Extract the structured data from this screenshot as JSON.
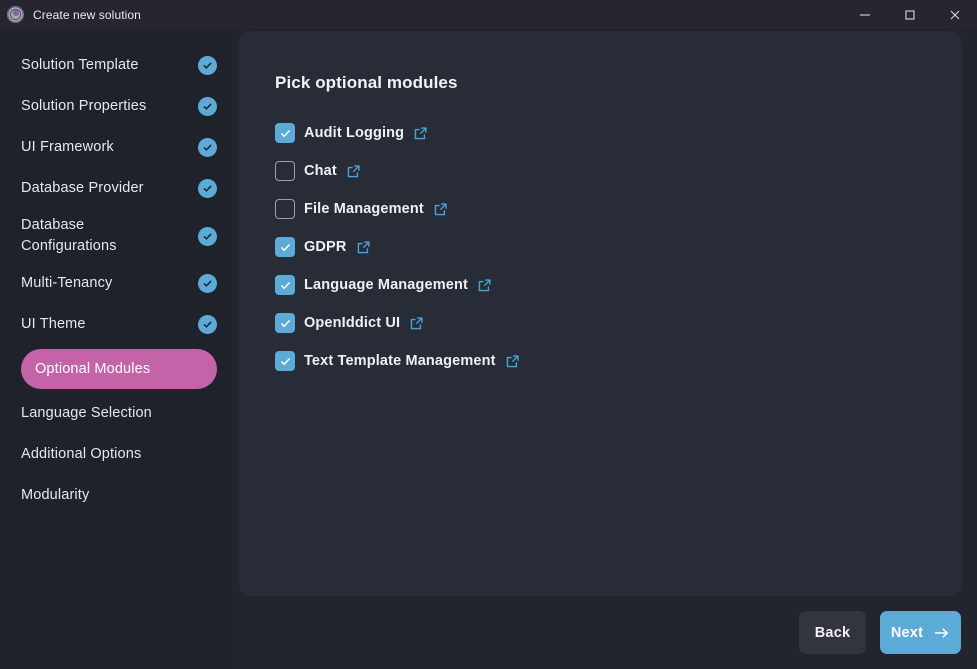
{
  "window": {
    "title": "Create new solution",
    "app_icon": "abp-logo-icon",
    "controls": {
      "minimize": "minimize-icon",
      "maximize": "maximize-icon",
      "close": "close-icon"
    }
  },
  "sidebar": {
    "items": [
      {
        "label": "Solution Template",
        "completed": true,
        "active": false
      },
      {
        "label": "Solution Properties",
        "completed": true,
        "active": false
      },
      {
        "label": "UI Framework",
        "completed": true,
        "active": false
      },
      {
        "label": "Database Provider",
        "completed": true,
        "active": false
      },
      {
        "label": "Database Configurations",
        "completed": true,
        "active": false
      },
      {
        "label": "Multi-Tenancy",
        "completed": true,
        "active": false
      },
      {
        "label": "UI Theme",
        "completed": true,
        "active": false
      },
      {
        "label": "Optional Modules",
        "completed": false,
        "active": true
      },
      {
        "label": "Language Selection",
        "completed": false,
        "active": false
      },
      {
        "label": "Additional Options",
        "completed": false,
        "active": false
      },
      {
        "label": "Modularity",
        "completed": false,
        "active": false
      }
    ]
  },
  "main": {
    "heading": "Pick optional modules",
    "modules": [
      {
        "label": "Audit Logging",
        "checked": true
      },
      {
        "label": "Chat",
        "checked": false
      },
      {
        "label": "File Management",
        "checked": false
      },
      {
        "label": "GDPR",
        "checked": true
      },
      {
        "label": "Language Management",
        "checked": true
      },
      {
        "label": "OpenIddict UI",
        "checked": true
      },
      {
        "label": "Text Template Management",
        "checked": true
      }
    ]
  },
  "footer": {
    "back_label": "Back",
    "next_label": "Next"
  },
  "colors": {
    "accent_blue": "#5cabd6",
    "accent_pink": "#c563a9",
    "link_blue": "#4aa3d8",
    "panel_bg": "#282c36",
    "sidebar_bg": "#1f212b",
    "window_bg": "#22242e"
  }
}
